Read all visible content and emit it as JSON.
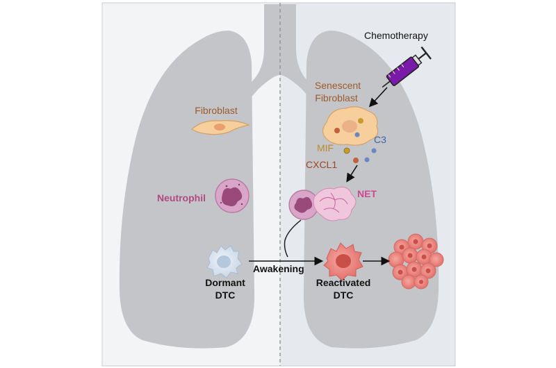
{
  "labels": {
    "chemotherapy": "Chemotherapy",
    "senescent_line1": "Senescent",
    "senescent_line2": "Fibroblast",
    "fibroblast": "Fibroblast",
    "neutrophil": "Neutrophil",
    "mif": "MIF",
    "c3": "C3",
    "cxcl1": "CXCL1",
    "net": "NET",
    "awakening": "Awakening",
    "dormant_line1": "Dormant",
    "dormant_line2": "DTC",
    "reactivated_line1": "Reactivated",
    "reactivated_line2": "DTC"
  },
  "colors": {
    "left_panel_bg": "#f3f4f6",
    "right_panel_bg": "#e6e9ed",
    "lung": "#c4c5c8",
    "fibroblast": "#f6cf9c",
    "fibroblast_text": "#9c5a2e",
    "neutrophil": "#c98db6",
    "neutrophil_text": "#b04a80",
    "dtc_dormant": "#d8e3ef",
    "dtc_reactive": "#ee7e78",
    "syringe_body": "#7a1aa8",
    "c3_text": "#3f63a6",
    "mif_text": "#b88a2c",
    "cxcl1_text": "#9c4522",
    "net_text": "#d04890"
  },
  "icons": [
    "syringe-icon",
    "fibroblast-icon",
    "senescent-fibroblast-icon",
    "neutrophil-icon",
    "net-neutrophil-icon",
    "dormant-dtc-icon",
    "reactivated-dtc-icon",
    "tumor-cluster-icon"
  ]
}
